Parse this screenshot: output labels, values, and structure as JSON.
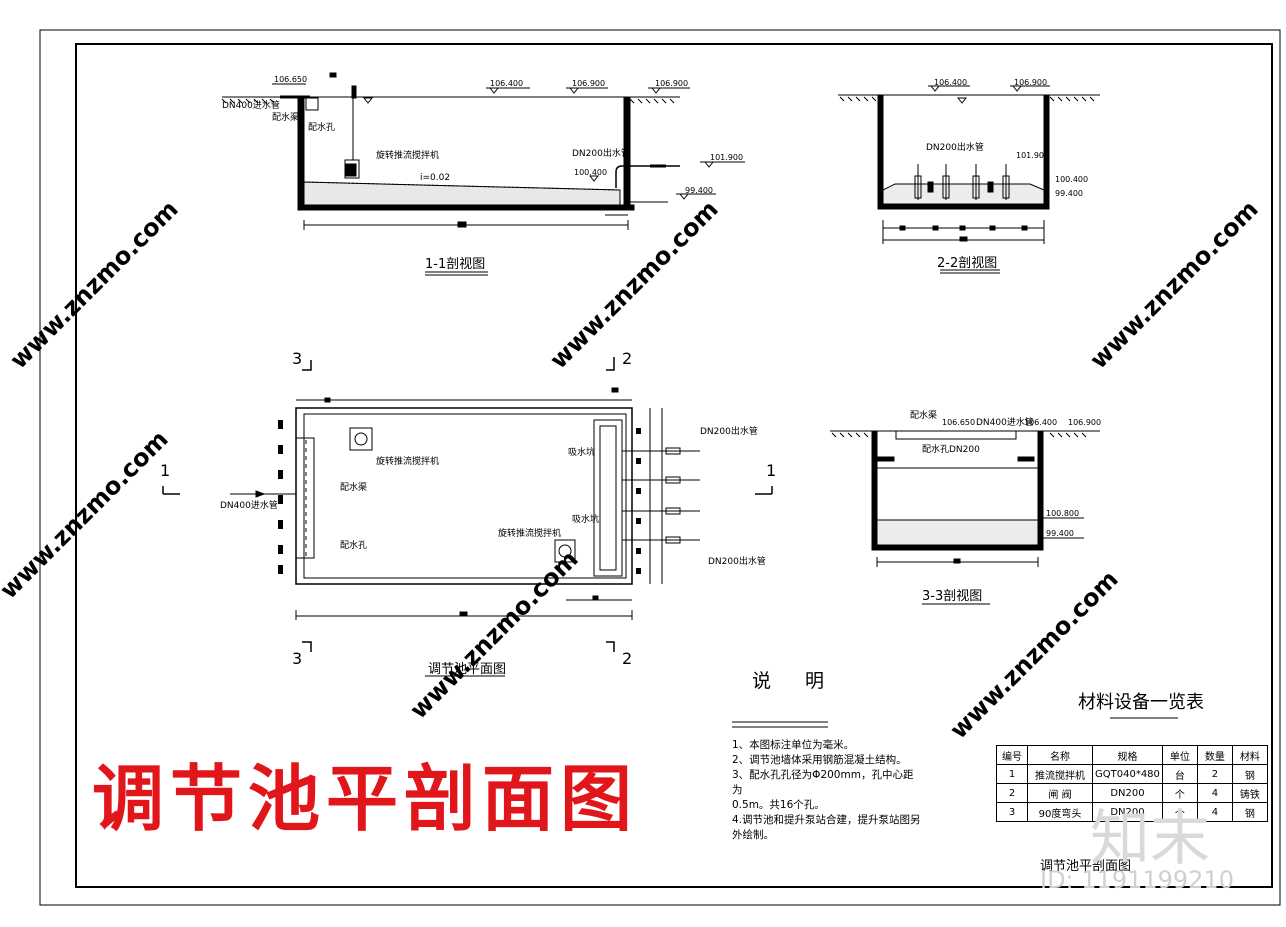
{
  "drawing": {
    "main_title": "调节池平剖面图",
    "views": {
      "section_1_1": "1-1剖视图",
      "section_2_2": "2-2剖视图",
      "section_3_3": "3-3剖视图",
      "plan": "调节池平面图"
    },
    "section_marks": [
      "1",
      "2",
      "3"
    ],
    "elevations": {
      "e106_650": "106.650",
      "e106_400": "106.400",
      "e106_900": "106.900",
      "e101_900": "101.900",
      "e100_400": "100.400",
      "e99_400": "99.400",
      "e100_800": "100.800"
    },
    "labels": {
      "inlet_pipe": "DN400进水管",
      "distribution_channel": "配水渠",
      "distribution_hole": "配水孔",
      "mixer": "旋转推流搅拌机",
      "outlet_pipe": "DN200出水管",
      "suction_pit": "吸水坑",
      "slope": "i=0.02",
      "inlet_pipe_short": "DN400进水管",
      "dist_hole_dn": "配水孔DN200"
    }
  },
  "notes": {
    "title": "说 明",
    "items": [
      "1、本图标注单位为毫米。",
      "2、调节池墙体采用钢筋混凝土结构。",
      "3、配水孔孔径为Φ200mm，孔中心距为",
      "0.5m。共16个孔。",
      "4.调节池和提升泵站合建，提升泵站图另外绘制。"
    ]
  },
  "material_table": {
    "title": "材料设备一览表",
    "headers": [
      "编号",
      "名称",
      "规格",
      "单位",
      "数量",
      "材料"
    ],
    "rows": [
      [
        "1",
        "推流搅拌机",
        "GQT040*480",
        "台",
        "2",
        "钢"
      ],
      [
        "2",
        "闸 阀",
        "DN200",
        "个",
        "4",
        "铸铁"
      ],
      [
        "3",
        "90度弯头",
        "DN200",
        "个",
        "4",
        "钢"
      ]
    ],
    "caption": "调节池平剖面图"
  },
  "watermarks": {
    "brand": "知末",
    "id": "ID: 1191199210",
    "site": "www.znzmo.com"
  }
}
